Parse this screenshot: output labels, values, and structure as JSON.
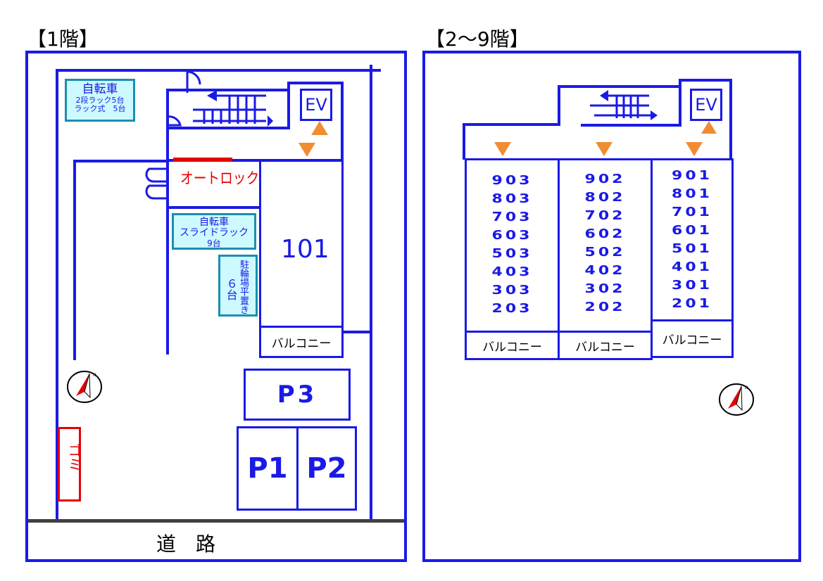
{
  "floor1": {
    "title": "【1階】",
    "bike_rack_top": {
      "line1": "自転車",
      "line2": "2段ラック5台",
      "line3": "ラック式　5台"
    },
    "autolock": "オートロック",
    "bike_rack_slide": {
      "line1": "自転車",
      "line2": "スライドラック",
      "line3": "9台"
    },
    "bike_parking_vertical": {
      "left": "６台",
      "right": "駐輪場平置き"
    },
    "unit": "101",
    "balcony": "バルコニー",
    "elevator": "EV",
    "parking": [
      "P3",
      "P1",
      "P2"
    ],
    "garbage": "ゴミ",
    "road": "道　路",
    "compass_icon": "compass-north-icon"
  },
  "floors2to9": {
    "title": "【2～9階】",
    "elevator": "EV",
    "columns": [
      {
        "units": [
          "903",
          "803",
          "703",
          "603",
          "503",
          "403",
          "303",
          "203"
        ],
        "balcony": "バルコニー"
      },
      {
        "units": [
          "902",
          "802",
          "702",
          "602",
          "502",
          "402",
          "302",
          "202"
        ],
        "balcony": "バルコニー"
      },
      {
        "units": [
          "901",
          "801",
          "701",
          "601",
          "501",
          "401",
          "301",
          "201"
        ],
        "balcony": "バルコニー"
      }
    ],
    "compass_icon": "compass-north-icon"
  },
  "colors": {
    "wall": "#1a1ae6",
    "autolock": "#e60000",
    "arrow": "#f08c32",
    "cyan_fill": "#cdfaff",
    "garbage": "#e60000",
    "road_line": "#404040"
  }
}
